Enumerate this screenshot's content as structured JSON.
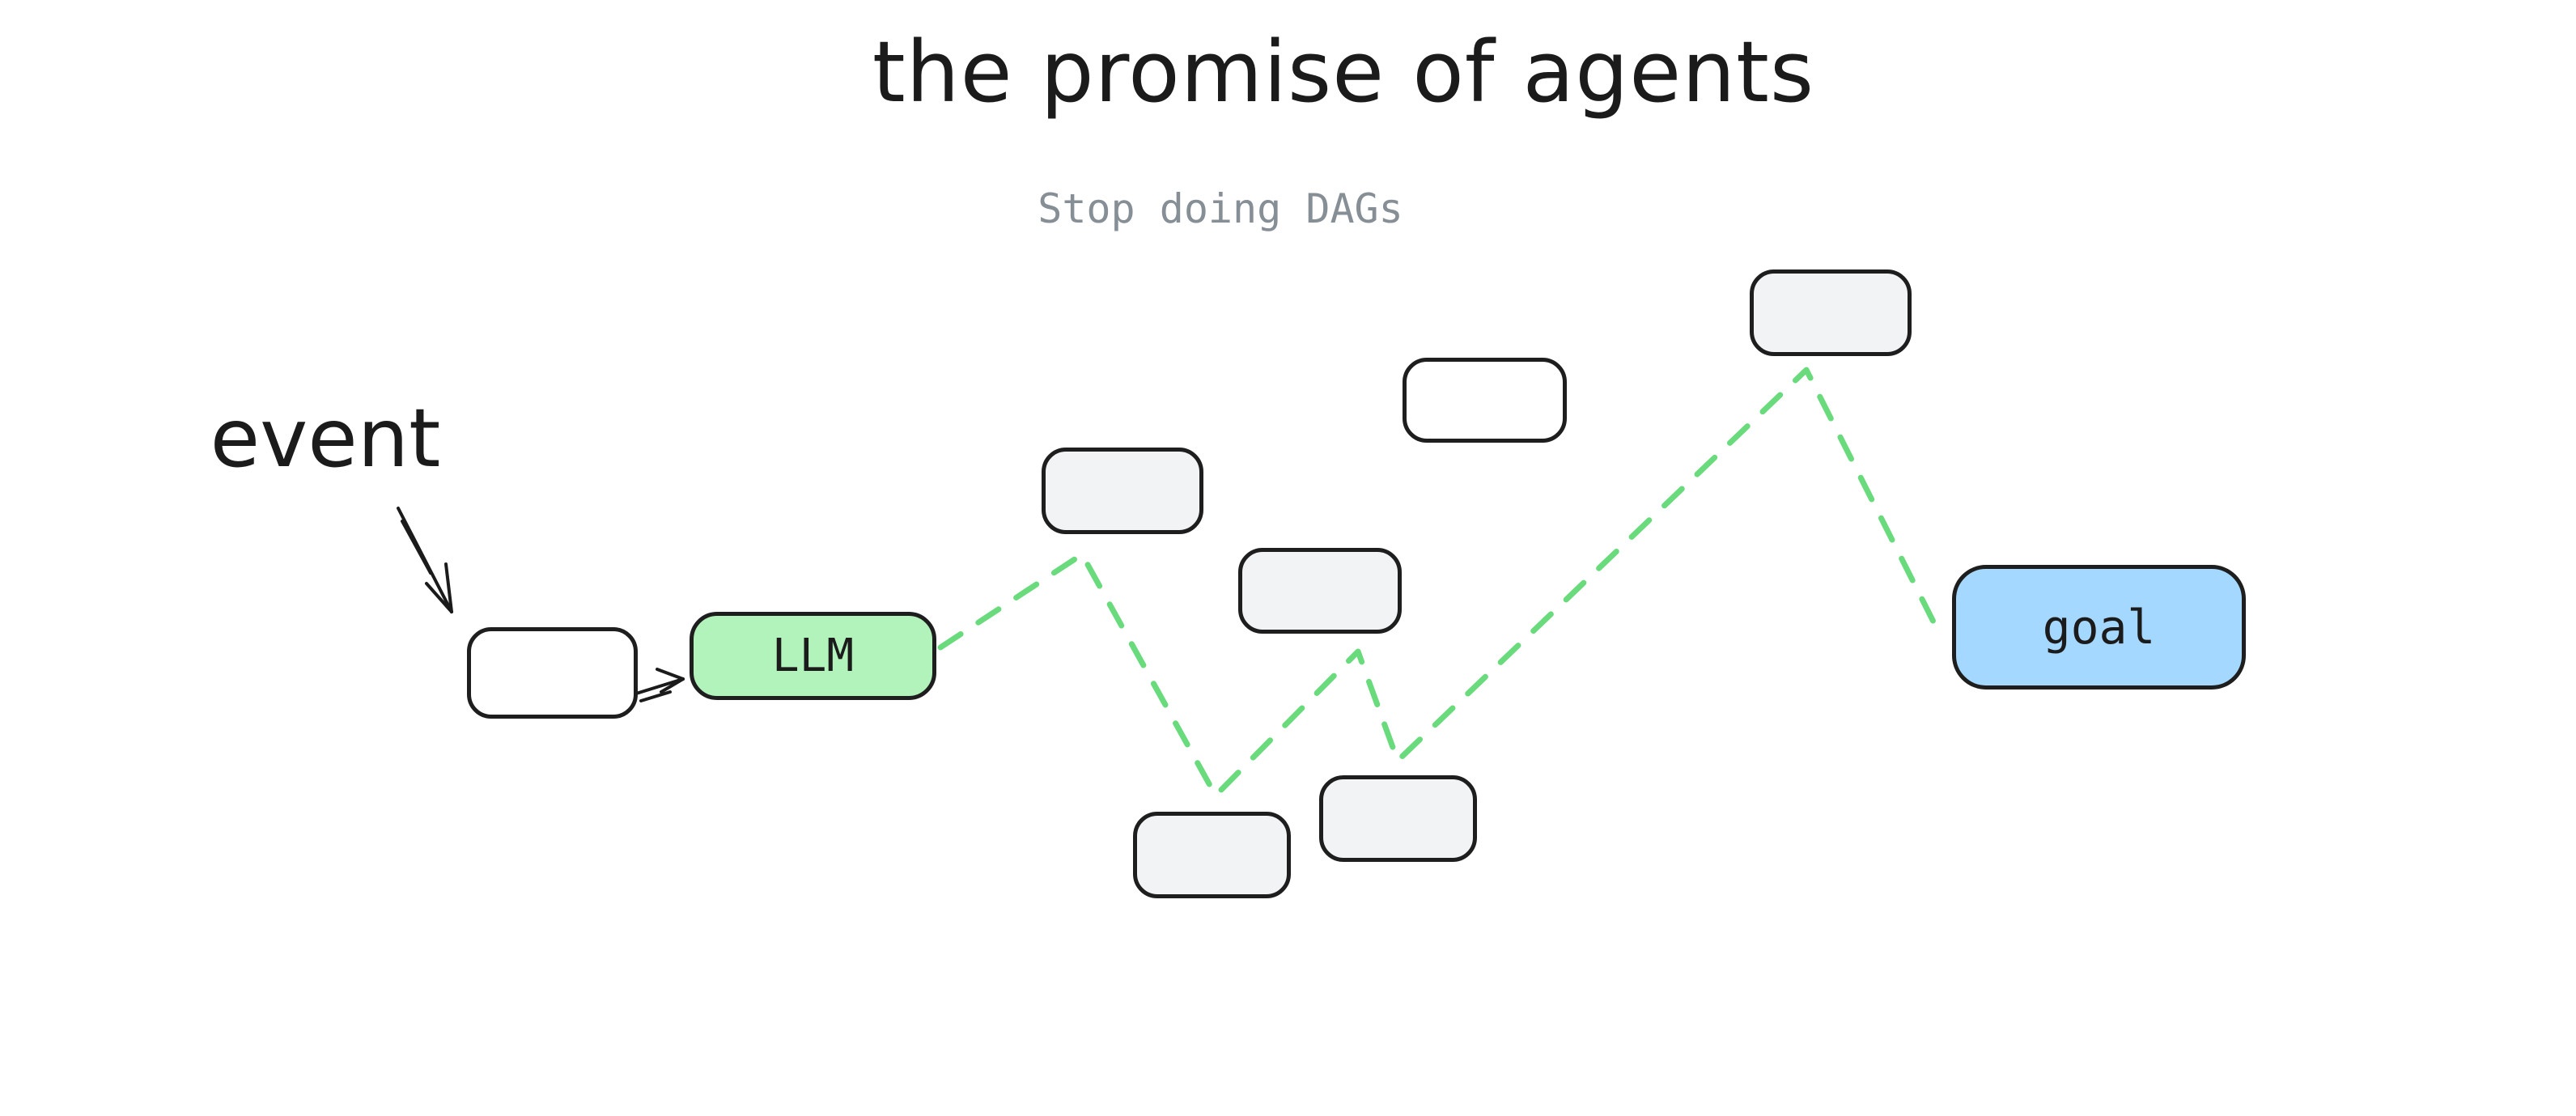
{
  "title": "the promise of agents",
  "subtitle": "Stop doing DAGs",
  "event_label": "event",
  "nodes": [
    {
      "id": "event-box",
      "label": "",
      "fill": "#ffffff"
    },
    {
      "id": "llm",
      "label": "LLM",
      "fill": "#b2f2bb"
    },
    {
      "id": "step-1",
      "label": "",
      "fill": "#f1f3f5"
    },
    {
      "id": "step-2",
      "label": "",
      "fill": "#f1f3f5"
    },
    {
      "id": "step-3",
      "label": "",
      "fill": "#ffffff"
    },
    {
      "id": "step-4",
      "label": "",
      "fill": "#f1f3f5"
    },
    {
      "id": "step-5",
      "label": "",
      "fill": "#f1f3f5"
    },
    {
      "id": "step-6",
      "label": "",
      "fill": "#f1f3f5"
    },
    {
      "id": "goal",
      "label": "goal",
      "fill": "#a5d8ff"
    }
  ],
  "connector": {
    "style": "dashed",
    "color": "#69db7c",
    "from": "LLM",
    "to": "goal"
  },
  "colors": {
    "node_border": "#1e1e1e",
    "llm_fill": "#b2f2bb",
    "goal_fill": "#a5d8ff",
    "empty_node_fill": "#f1f3f5",
    "white_node_fill": "#ffffff",
    "path_green": "#69db7c",
    "subtitle_gray": "#868e96",
    "ink": "#1b1b1b",
    "background": "#ffffff"
  }
}
